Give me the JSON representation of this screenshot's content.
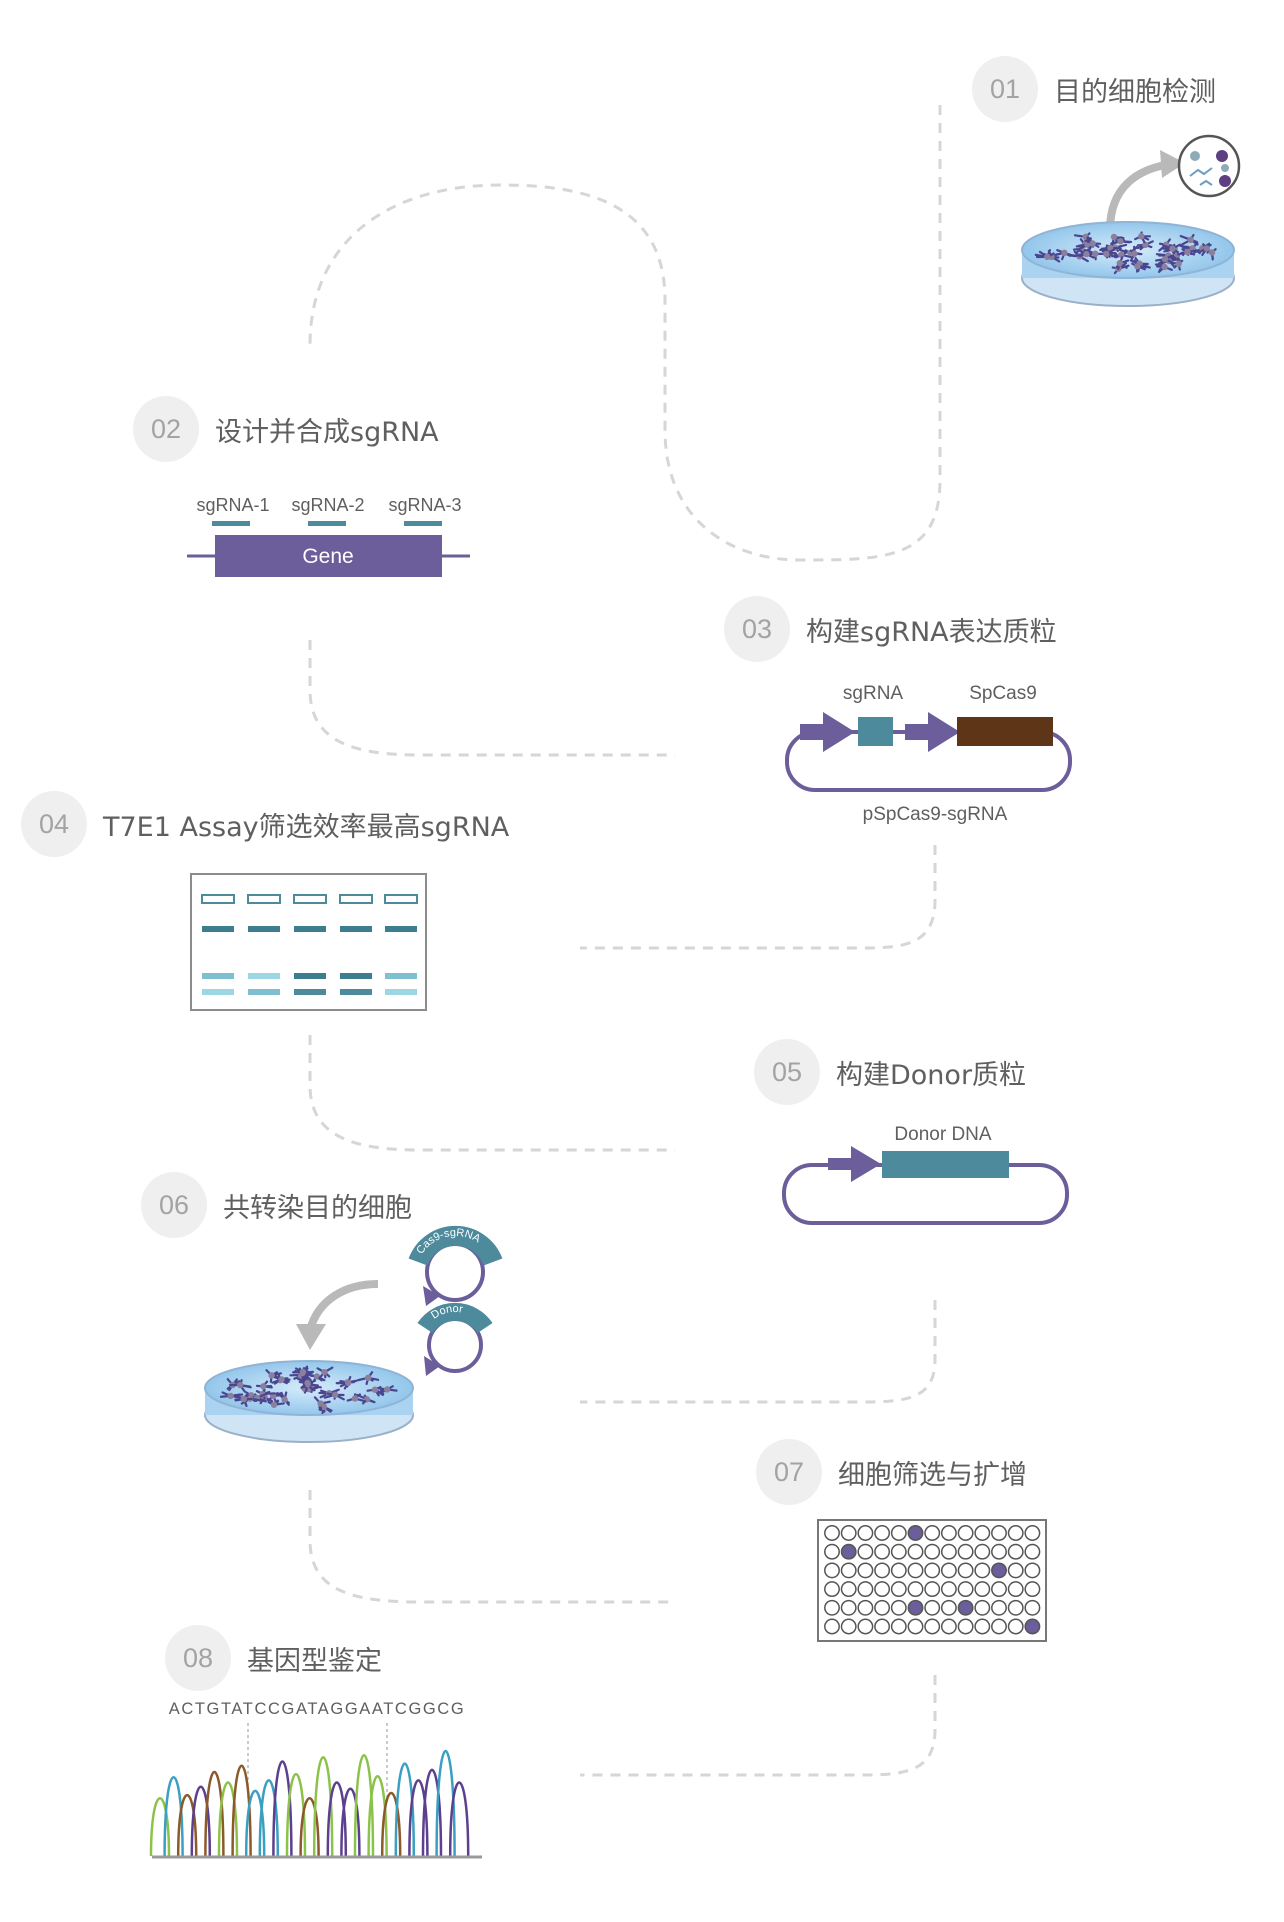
{
  "steps": [
    {
      "num": "01",
      "title": "目的细胞检测"
    },
    {
      "num": "02",
      "title": "设计并合成sgRNA"
    },
    {
      "num": "03",
      "title": "构建sgRNA表达质粒"
    },
    {
      "num": "04",
      "title": "T7E1 Assay筛选效率最高sgRNA"
    },
    {
      "num": "05",
      "title": "构建Donor质粒"
    },
    {
      "num": "06",
      "title": "共转染目的细胞"
    },
    {
      "num": "07",
      "title": "细胞筛选与扩增"
    },
    {
      "num": "08",
      "title": "基因型鉴定"
    }
  ],
  "gene_diagram": {
    "sgrna_labels": [
      "sgRNA-1",
      "sgRNA-2",
      "sgRNA-3"
    ],
    "gene_label": "Gene"
  },
  "sgrna_plasmid": {
    "sgrna_label": "sgRNA",
    "cas_label": "SpCas9",
    "plasmid_name": "pSpCas9-sgRNA"
  },
  "donor_plasmid": {
    "donor_label": "Donor DNA"
  },
  "transfection": {
    "plasmid1_label": "Cas9-sgRNA",
    "plasmid2_label": "Donor"
  },
  "sequencing": {
    "sequence": "ACTGTATCCGATAGGAATCGGCG"
  },
  "colors": {
    "purple": "#6b5e9a",
    "teal": "#4c8a9c",
    "brown": "#5e3617",
    "dash": "#d6d6d6",
    "light_teal": "#9dd6e3"
  }
}
